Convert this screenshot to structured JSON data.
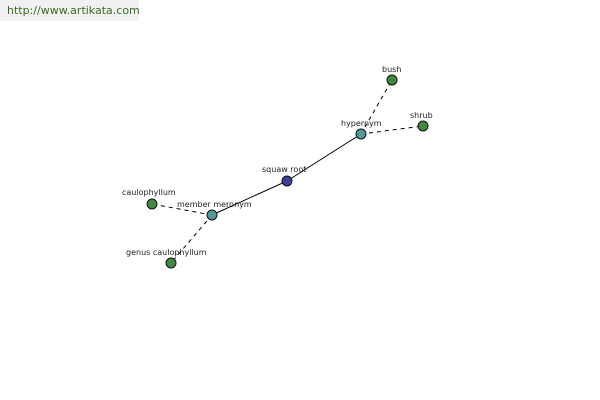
{
  "watermark": {
    "text": "http://www.artikata.com"
  },
  "colors": {
    "center": "#3b3e9a",
    "relation": "#4f9a9a",
    "leaf": "#3f8a3f",
    "watermark_text": "#3d6a24"
  },
  "nodes": [
    {
      "id": "squaw-root",
      "label": "squaw root",
      "kind": "center"
    },
    {
      "id": "hypernym",
      "label": "hypernym",
      "kind": "relation"
    },
    {
      "id": "member-meronym",
      "label": "member meronym",
      "kind": "relation"
    },
    {
      "id": "bush",
      "label": "bush",
      "kind": "leaf"
    },
    {
      "id": "shrub",
      "label": "shrub",
      "kind": "leaf"
    },
    {
      "id": "caulophyllum",
      "label": "caulophyllum",
      "kind": "leaf"
    },
    {
      "id": "genus-caulophyllum",
      "label": "genus caulophyllum",
      "kind": "leaf"
    }
  ],
  "edges": [
    {
      "from": "squaw-root",
      "to": "hypernym",
      "style": "solid"
    },
    {
      "from": "squaw-root",
      "to": "member-meronym",
      "style": "solid"
    },
    {
      "from": "hypernym",
      "to": "bush",
      "style": "dashed"
    },
    {
      "from": "hypernym",
      "to": "shrub",
      "style": "dashed"
    },
    {
      "from": "member-meronym",
      "to": "caulophyllum",
      "style": "dashed"
    },
    {
      "from": "member-meronym",
      "to": "genus-caulophyllum",
      "style": "dashed"
    }
  ]
}
